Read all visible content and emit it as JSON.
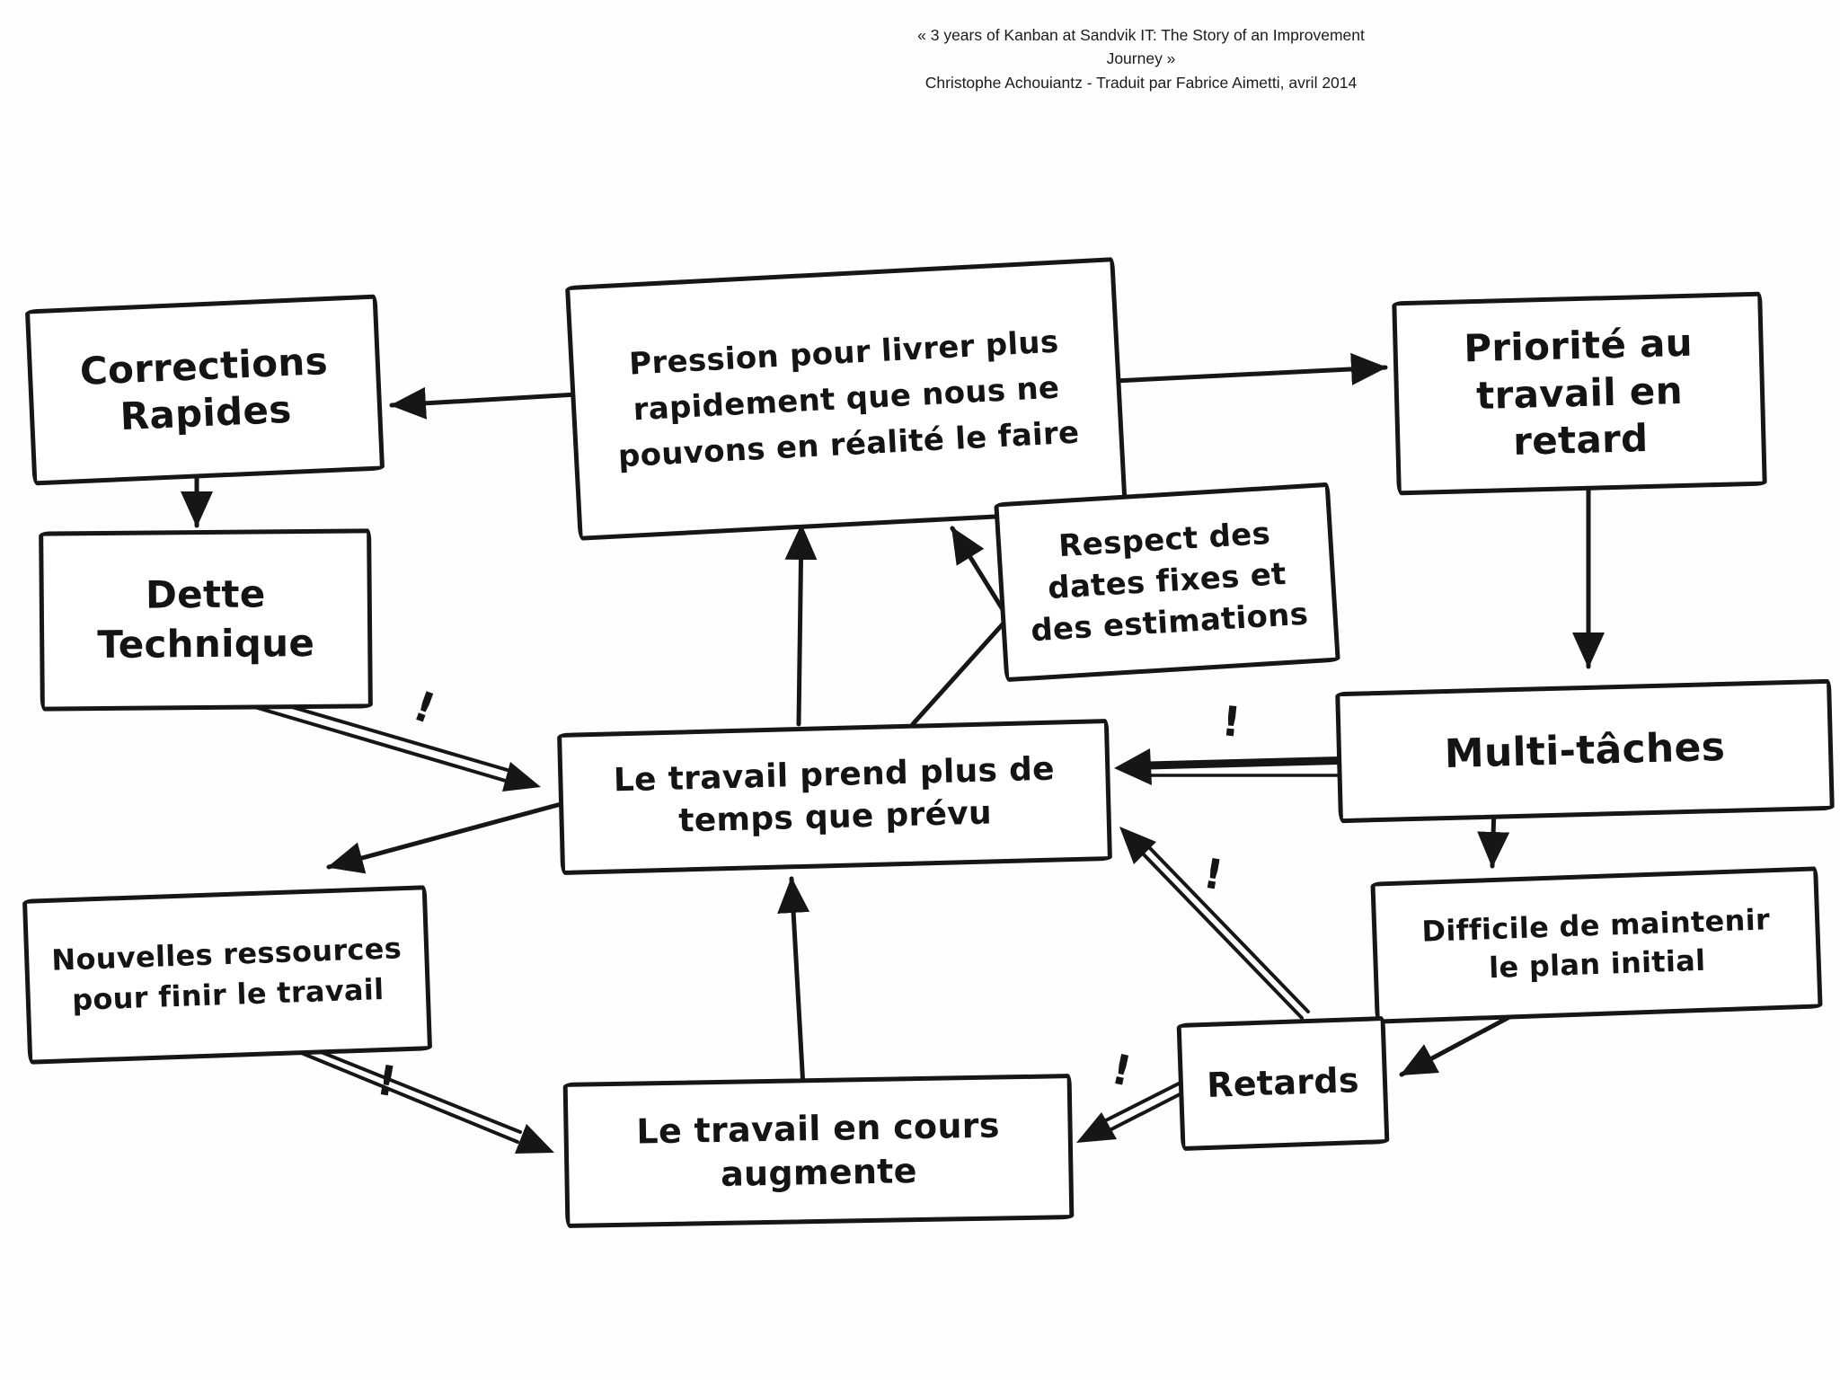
{
  "header": {
    "title_line1": "« 3 years of Kanban at Sandvik IT: The Story of an Improvement Journey »",
    "title_line2": "Christophe Achouiantz - Traduit par Fabrice Aimetti, avril 2014"
  },
  "diagram": {
    "ink_color": "#161616",
    "background_color": "#fefefe",
    "exclamation": "!",
    "nodes": {
      "corrections": {
        "lines": [
          "Corrections",
          "Rapides"
        ]
      },
      "pression": {
        "lines": [
          "Pression pour livrer plus",
          "rapidement que nous ne",
          "pouvons en réalité le faire"
        ]
      },
      "priorite": {
        "lines": [
          "Priorité au",
          "travail en",
          "retard"
        ]
      },
      "dette": {
        "lines": [
          "Dette",
          "Technique"
        ]
      },
      "respect": {
        "lines": [
          "Respect des",
          "dates fixes et",
          "des estimations"
        ]
      },
      "centre": {
        "lines": [
          "Le travail prend plus de",
          "temps que prévu"
        ]
      },
      "multitaches": {
        "lines": [
          "Multi-tâches"
        ]
      },
      "nouvelles": {
        "lines": [
          "Nouvelles ressources",
          "pour finir le travail"
        ]
      },
      "difficile": {
        "lines": [
          "Difficile de maintenir",
          "le plan initial"
        ]
      },
      "retards": {
        "lines": [
          "Retards"
        ]
      },
      "encours": {
        "lines": [
          "Le travail en cours",
          "augmente"
        ]
      }
    },
    "edges": [
      {
        "from": "pression",
        "to": "corrections",
        "style": "single"
      },
      {
        "from": "pression",
        "to": "priorite",
        "style": "single"
      },
      {
        "from": "corrections",
        "to": "dette",
        "style": "single"
      },
      {
        "from": "priorite",
        "to": "multitaches",
        "style": "single"
      },
      {
        "from": "multitaches",
        "to": "difficile",
        "style": "single"
      },
      {
        "from": "difficile",
        "to": "retards",
        "style": "single"
      },
      {
        "from": "centre",
        "to": "nouvelles",
        "style": "single"
      },
      {
        "from": "encours",
        "to": "centre",
        "style": "single"
      },
      {
        "from": "centre",
        "to": "pression",
        "style": "single"
      },
      {
        "from": "respect",
        "to": "pression",
        "style": "single-bent"
      },
      {
        "from": "dette",
        "to": "centre",
        "style": "double",
        "emphasis": "!"
      },
      {
        "from": "multitaches",
        "to": "centre",
        "style": "double-thick",
        "emphasis": "!"
      },
      {
        "from": "retards",
        "to": "centre",
        "style": "double",
        "emphasis": "!"
      },
      {
        "from": "retards",
        "to": "encours",
        "style": "double",
        "emphasis": "!"
      },
      {
        "from": "nouvelles",
        "to": "encours",
        "style": "double",
        "emphasis": "!"
      }
    ]
  }
}
